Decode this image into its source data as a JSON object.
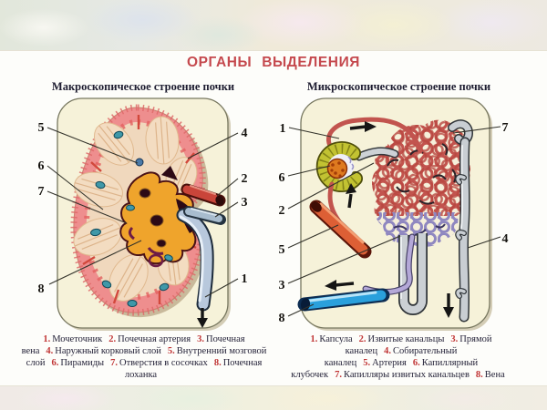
{
  "slide": {
    "title": "ОРГАНЫ ВЫДЕЛЕНИЯ"
  },
  "macro": {
    "heading": "Макроскопическое строение почки",
    "marker_labels": {
      "m1": "1",
      "m2": "2",
      "m3": "3",
      "m4": "4",
      "m5": "5",
      "m6": "6",
      "m7": "7",
      "m8": "8"
    },
    "legend": [
      {
        "num": "1",
        "label": "Мочеточник"
      },
      {
        "num": "2",
        "label": "Почечная артерия"
      },
      {
        "num": "3",
        "label": "Почечная вена"
      },
      {
        "num": "4",
        "label": "Наружный корковый слой"
      },
      {
        "num": "5",
        "label": "Внутренний мозговой слой"
      },
      {
        "num": "6",
        "label": "Пирамиды"
      },
      {
        "num": "7",
        "label": "Отверстия в сосочках"
      },
      {
        "num": "8",
        "label": "Почечная лоханка"
      }
    ]
  },
  "micro": {
    "heading": "Микроскопическое строение почки",
    "marker_labels": {
      "m1": "1",
      "m2": "2",
      "m3": "3",
      "m4": "4",
      "m5": "5",
      "m6": "6",
      "m7": "7",
      "m8": "8"
    },
    "legend": [
      {
        "num": "1",
        "label": "Капсула"
      },
      {
        "num": "2",
        "label": "Извитые канальцы"
      },
      {
        "num": "3",
        "label": "Прямой каналец"
      },
      {
        "num": "4",
        "label": "Собирательный каналец"
      },
      {
        "num": "5",
        "label": "Артерия"
      },
      {
        "num": "6",
        "label": "Капиллярный клубочек"
      },
      {
        "num": "7",
        "label": "Капилляры извитых канальцев"
      },
      {
        "num": "8",
        "label": "Вена"
      }
    ]
  },
  "colors": {
    "title_red": "#c5494e",
    "legend_number_red": "#c03434",
    "text_dark": "#26243a",
    "panel_bg": "#f6f2d9",
    "kidney_cortex_pink": "#ee8e8e",
    "kidney_medulla_cream": "#f3dcc1",
    "renal_pelvis_orange": "#efa42c",
    "ureter_blue_gray": "#b8c8dc",
    "artery_red": "#c9453a",
    "vein_blue": "#2aa0dc",
    "capsule_green": "#c2c232",
    "glomerulus_orange": "#de7a1f",
    "capillary_red": "#c2544e",
    "tubule_purple": "#b4a8d8",
    "duct_gray": "#c9ced3"
  }
}
